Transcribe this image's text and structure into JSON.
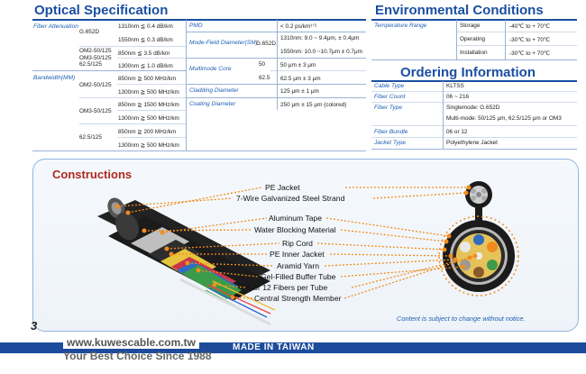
{
  "optical": {
    "title": "Optical Specification",
    "left": {
      "fiber_attenuation": "Fiber Attenuation",
      "g652d": "G.652D",
      "att_1310": "1310nm  ≦  0.4 dB/km",
      "att_1550": "1550nm  ≦  0.3 dB/km",
      "om_label": "OM2-50/125\nOM3-50/125\n62.5/125",
      "att_850": "850nm  ≦  3.5 dB/km",
      "att_1300": "1300nm  ≦  1.0 dB/km",
      "bandwidth": "Bandwidth(MM)",
      "om2": "OM2-50/125",
      "om3": "OM3-50/125",
      "f625": "62.5/125",
      "bw_om2_850": "850nm  ≧  500 MHz/km",
      "bw_om2_1300": "1300nm  ≧  500 MHz/km",
      "bw_om3_850": "850nm  ≧  1500 MHz/km",
      "bw_om3_1300": "1300nm  ≧  500 MHz/km",
      "bw_625_850": "850nm  ≧  200 MHz/km",
      "bw_625_1300": "1300nm  ≧  500 MHz/km"
    },
    "right": {
      "pmd": "PMD",
      "pmd_val": "< 0.2 ps/km¹ᐟ²",
      "mfd": "Mode-Field Diameter(SM)",
      "mfd_g": "G.652D",
      "mfd_1310": "1310nm: 9.0 ~ 9.4μm, ± 0.4μm",
      "mfd_1550": "1550nm: 10.0 ~10.7μm ± 0.7μm",
      "mm_core": "Multimode Core",
      "core50": "50",
      "core50_val": "50 μm ± 3 μm",
      "core625": "62.5",
      "core625_val": "62.5 μm ± 3 μm",
      "cladding": "Cladding Diameter",
      "cladding_val": "125 μm ± 1 μm",
      "coating": "Coating Diameter",
      "coating_val": "250 μm ± 15 μm (colored)"
    }
  },
  "env": {
    "title": "Environmental Conditions",
    "temp": "Temperature Range",
    "storage": "Storage",
    "storage_val": "-40℃ to + 70℃",
    "operating": "Operating",
    "operating_val": "-30℃ to + 70℃",
    "installation": "Installation",
    "installation_val": "-30℃ to + 70℃"
  },
  "ordering": {
    "title": "Ordering Information",
    "rows": [
      {
        "label": "Cable Type",
        "value": "KLTSS"
      },
      {
        "label": "Fiber Count",
        "value": "06 ~ 216"
      },
      {
        "label": "Fiber Type",
        "value": "Singlemode: G.652D"
      },
      {
        "label": "",
        "value": "Multi-mode: 50/125 μm, 62.5/125 μm or OM3"
      },
      {
        "label": "Fiber Bundle",
        "value": "06 or 12"
      },
      {
        "label": "Jacket Type",
        "value": "Polyethylene Jacket"
      }
    ]
  },
  "constructions": {
    "title": "Constructions",
    "labels": [
      "PE Jacket",
      "7-Wire Galvanized Steel Strand",
      "Aluminum Tape",
      "Water Blocking Material",
      "Rip Cord",
      "PE Inner Jacket",
      "Aramid Yarn",
      "Gel-Filled Buffer Tube",
      "6 or 12 Fibers per Tube",
      "Central Strength Member"
    ],
    "note": "Content is subject to change without notice."
  },
  "footer": {
    "page": "3",
    "url": "www.kuwescable.com.tw",
    "slogan": "Your Best Choice Since 1988",
    "made": "MADE IN TAIWAN"
  },
  "colors": {
    "brand_blue": "#1a4fa3",
    "label_blue": "#1f5fb4",
    "orange": "#f28c1e"
  }
}
